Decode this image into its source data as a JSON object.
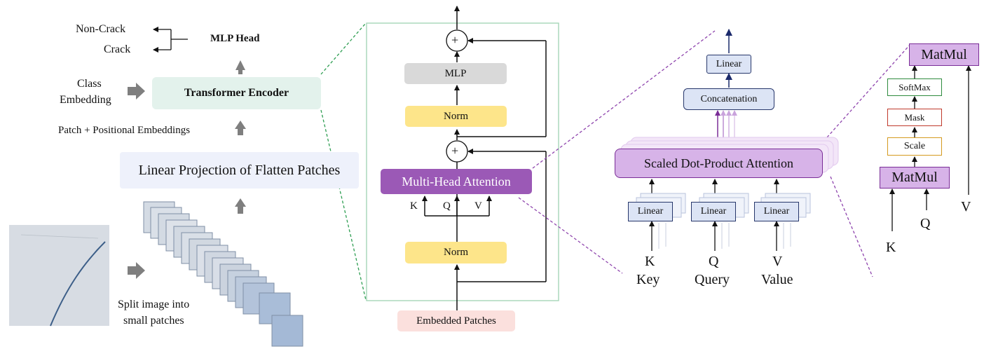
{
  "vit": {
    "outputs": {
      "noncrack": "Non-Crack",
      "crack": "Crack"
    },
    "mlp_head": "MLP Head",
    "class_embedding": {
      "line1": "Class",
      "line2": "Embedding"
    },
    "transformer_encoder": "Transformer Encoder",
    "patch_positional": "Patch + Positional Embeddings",
    "linear_projection": "Linear Projection of Flatten Patches",
    "split_caption": {
      "line1": "Split image into",
      "line2": "small patches"
    }
  },
  "encoder": {
    "mlp": "MLP",
    "norm_top": "Norm",
    "mha": "Multi-Head Attention",
    "k": "K",
    "q": "Q",
    "v": "V",
    "norm_bottom": "Norm",
    "embedded_patches": "Embedded Patches",
    "add_symbol": "+"
  },
  "mha_detail": {
    "linear_top": "Linear",
    "concatenation": "Concatenation",
    "sdpa": "Scaled Dot-Product Attention",
    "linear_k": "Linear",
    "linear_q": "Linear",
    "linear_v": "Linear",
    "k": "K",
    "key": "Key",
    "q": "Q",
    "query": "Query",
    "v": "V",
    "value": "Value"
  },
  "sdpa_detail": {
    "matmul_top": "MatMul",
    "softmax": "SoftMax",
    "mask": "Mask",
    "scale": "Scale",
    "matmul_bottom": "MatMul",
    "k": "K",
    "q": "Q",
    "v": "V"
  },
  "colors": {
    "encoder_fill": "#e3f2ec",
    "projection_fill": "#eef1fb",
    "norm_fill": "#fde58a",
    "mlp_fill": "#d9d9d9",
    "mha_fill": "#9b59b6",
    "embedded_fill": "#fbe0dd",
    "linear_fill": "#dce4f5",
    "linear_border": "#27376b",
    "sdpa_fill": "#d7b3e8",
    "sdpa_border": "#7a2d97",
    "softmax_border": "#2e8b3e",
    "mask_border": "#c0392b",
    "scale_border": "#d49a1f",
    "arrow_gray": "#7f7f7f",
    "dashed_green": "#2e9e52",
    "dashed_purple": "#8e44ad"
  }
}
